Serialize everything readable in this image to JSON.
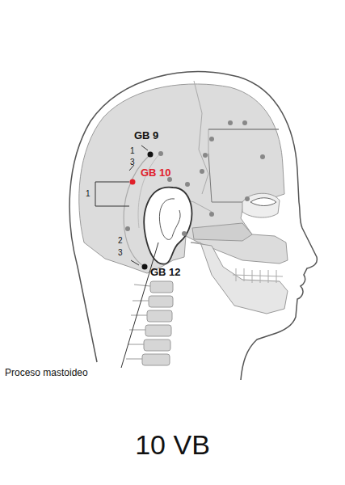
{
  "diagram": {
    "caption": "10 VB",
    "labels": [
      "GB 9",
      "1",
      "3",
      "GB 10",
      "1",
      "2",
      "3",
      "GB 12",
      "Proceso mastoideo"
    ]
  }
}
